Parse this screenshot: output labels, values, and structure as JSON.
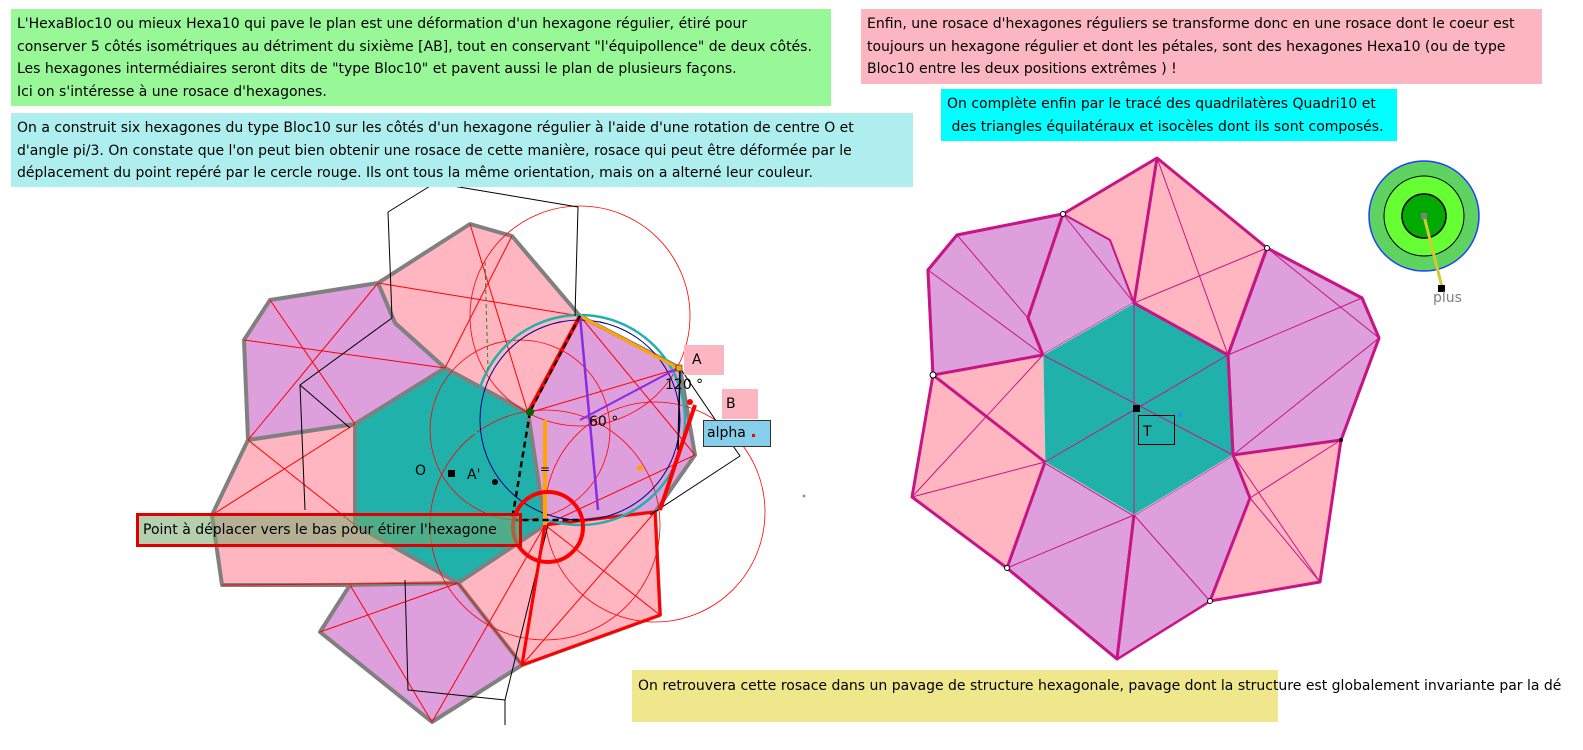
{
  "notes": {
    "hexa": [
      "L'HexaBloc10 ou mieux Hexa10 qui pave le plan est une déformation d'un hexagone régulier, étiré pour",
      "conserver 5 côtés isométriques au détriment du sixième [AB], tout en conservant \"l'équipollence\" de deux côtés.",
      "Les hexagones intermédiaires seront dits de \"type Bloc10\" et pavent aussi le plan de plusieurs façons.",
      "Ici on s'intéresse à une rosace d'hexagones."
    ],
    "bloc": [
      "On a construit six hexagones du type Bloc10 sur les côtés d'un hexagone régulier à l'aide d'une rotation de centre O et",
      "d'angle pi/3. On constate que l'on peut bien obtenir une rosace de cette manière, rosace qui peut être déformée par le",
      "déplacement du point repéré par le cercle rouge. Ils ont tous la même orientation, mais on a alterné leur couleur."
    ],
    "rosace": [
      "Enfin, une rosace d'hexagones réguliers se transforme donc en une rosace dont le coeur est",
      "toujours un hexagone régulier et dont les pétales, sont des hexagones Hexa10 (ou de type",
      "Bloc10 entre les deux positions extrêmes ) !"
    ],
    "quadri": [
      "On complète enfin par le tracé des quadrilatères Quadri10 et",
      " des triangles équilatéraux et isocèles dont ils sont composés."
    ],
    "pavage": "On retrouvera cette rosace dans un pavage de structure hexagonale, pavage dont la structure est globalement invariante par la dé",
    "point": "Point à déplacer vers le bas pour étirer l'hexagone"
  },
  "labels": {
    "A": "A",
    "B": "B",
    "O": "O",
    "A_prime": "A'",
    "angle120": "120 °",
    "angle60": "60 °",
    "alpha": "alpha",
    "T": "T",
    "plus": "plus",
    "mark_eq": "="
  },
  "colors": {
    "green_note": "#98f898",
    "cyan_note": "#aeeeee",
    "pink_note": "#fbb6c2",
    "aqua_note": "#00ffff",
    "khaki_note": "#f0e68c",
    "teal_core": "#20b2aa",
    "pink_petal": "#ffb6c1",
    "violet_petal": "#dda0dd",
    "magenta_edge": "#c71585",
    "gray_edge": "#808080"
  }
}
